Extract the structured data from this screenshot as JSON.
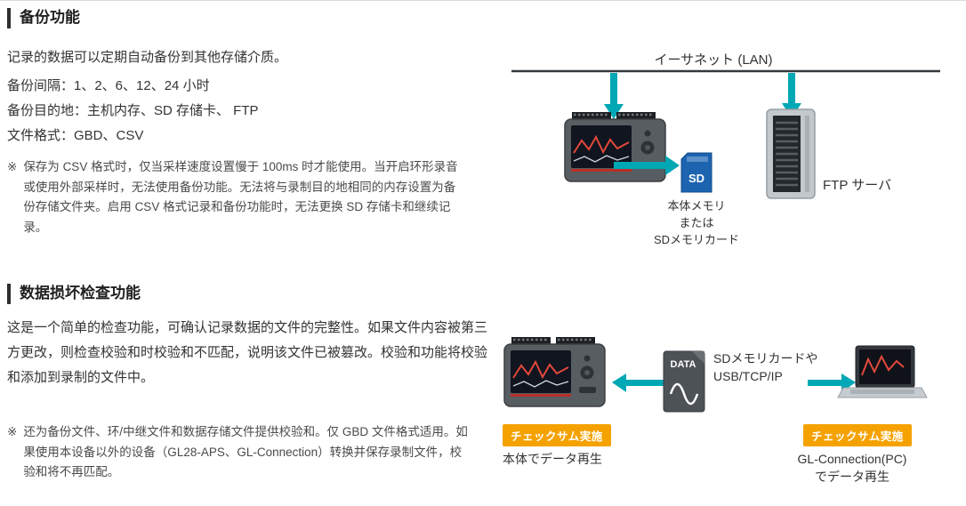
{
  "colors": {
    "teal": "#00a7b4",
    "orange": "#f5a200",
    "heading_bar": "#2e2e2e"
  },
  "backup": {
    "title": "备份功能",
    "intro": "记录的数据可以定期自动备份到其他存储介质。",
    "specs": [
      "备份间隔：1、2、6、12、24 小时",
      "备份目的地：主机内存、SD 存储卡、 FTP",
      "文件格式：GBD、CSV"
    ],
    "note_mark": "※",
    "note": "保存为 CSV 格式时，仅当采样速度设置慢于 100ms 时才能使用。当开启环形录音或使用外部采样时，无法使用备份功能。无法将与录制目的地相同的内存设置为备份存储文件夹。启用 CSV 格式记录和备份功能时，无法更换 SD 存储卡和继续记录。",
    "diagram": {
      "lan_label": "イーサネット (LAN)",
      "sd_logo": "SD",
      "memory_lines": [
        "本体メモリ",
        "または",
        "SDメモリカード"
      ],
      "ftp_label": "FTP サーバ"
    }
  },
  "checksum": {
    "title": "数据损坏检查功能",
    "intro": "这是一个简单的检查功能，可确认记录数据的文件的完整性。如果文件内容被第三方更改，则检查校验和时校验和不匹配，说明该文件已被篡改。校验和功能将校验和添加到录制的文件中。",
    "note_mark": "※",
    "note": "还为备份文件、环/中继文件和数据存储文件提供校验和。仅 GBD 文件格式适用。如果使用本设备以外的设备（GL28-APS、GL-Connection）转换并保存录制文件，校验和将不再匹配。",
    "diagram": {
      "data_label": "DATA",
      "media_lines": [
        "SDメモリカードや",
        "USB/TCP/IP"
      ],
      "checksum_badge_left": "チェックサム実施",
      "checksum_badge_right": "チェックサム実施",
      "play_left": "本体でデータ再生",
      "play_right_lines": [
        "GL-Connection(PC)",
        "でデータ再生"
      ]
    }
  }
}
